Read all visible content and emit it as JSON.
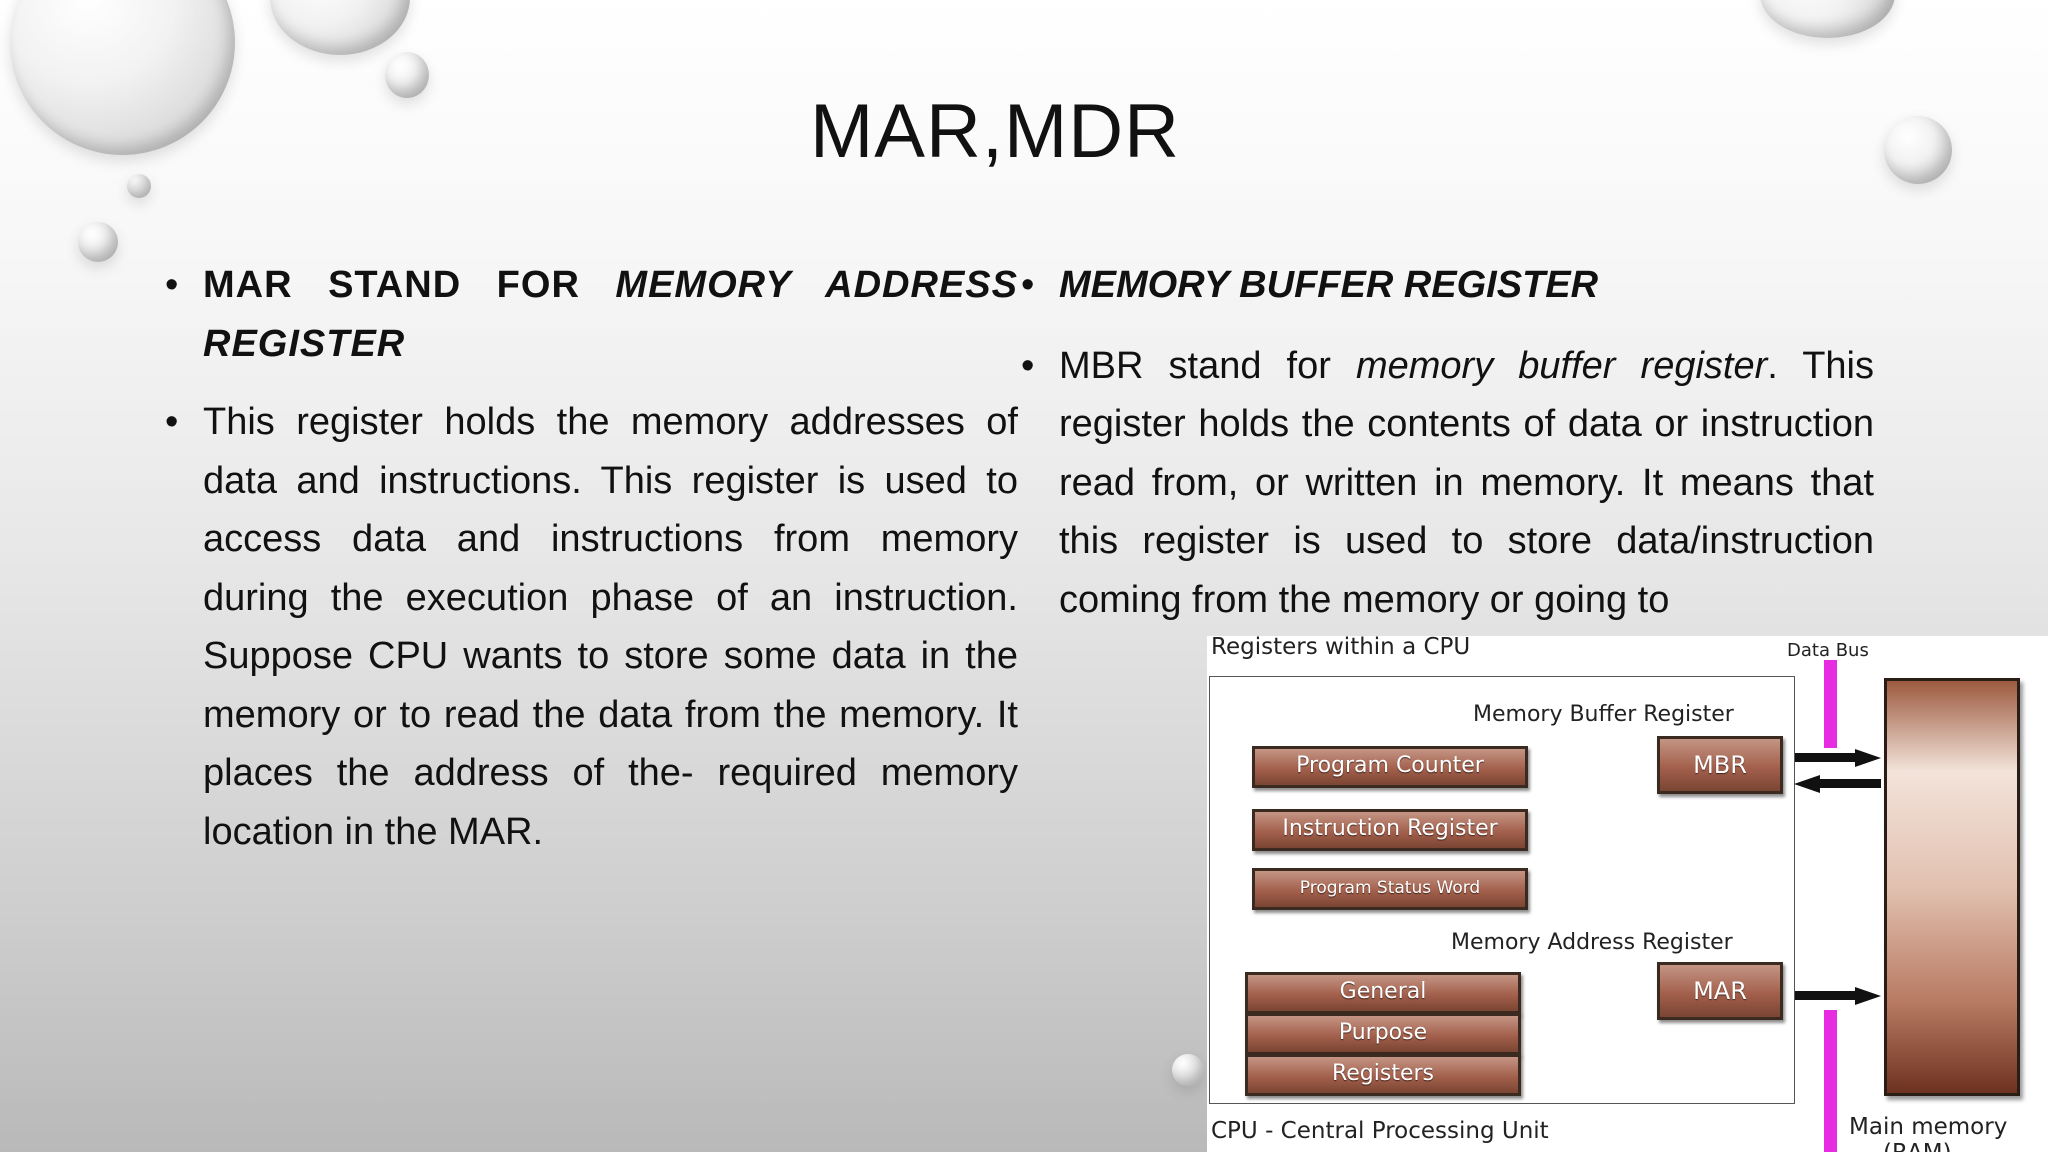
{
  "slide": {
    "title": "MAR,MDR"
  },
  "left_column": {
    "heading_plain": "MAR STAND FOR ",
    "heading_italic": "MEMORY ADDRESS REGISTER",
    "body": "This register holds the memory addresses of data and instructions. This register is used to access data and instructions from memory during the execution phase of an instruction. Suppose CPU wants to store some data in the memory or to read the data from the memory. It places the address of the- required memory location in the MAR."
  },
  "right_column": {
    "heading": "MEMORY BUFFER REGISTER",
    "body_start": "MBR stand for ",
    "body_italic": "memory buffer register",
    "body_rest": ". This register holds the contents of data or instruction read from, or written in memory. It means that this register is used to store data/instruction coming from the memory or going to"
  },
  "diagram": {
    "title": "Registers within a CPU",
    "data_bus_label": "Data Bus",
    "mbr_caption": "Memory Buffer Register",
    "mar_caption": "Memory Address Register",
    "registers": {
      "program_counter": "Program Counter",
      "instruction_register": "Instruction Register",
      "program_status_word": "Program Status Word",
      "general": "General",
      "purpose": "Purpose",
      "registers": "Registers",
      "mbr": "MBR",
      "mar": "MAR"
    },
    "cpu_label": "CPU - Central Processing Unit",
    "main_memory_label": "Main memory",
    "ram_label": "(RAM)",
    "colors": {
      "register_fill": "#a3604c",
      "bus": "#e62be0",
      "ram_fill": "#b87a62"
    }
  }
}
